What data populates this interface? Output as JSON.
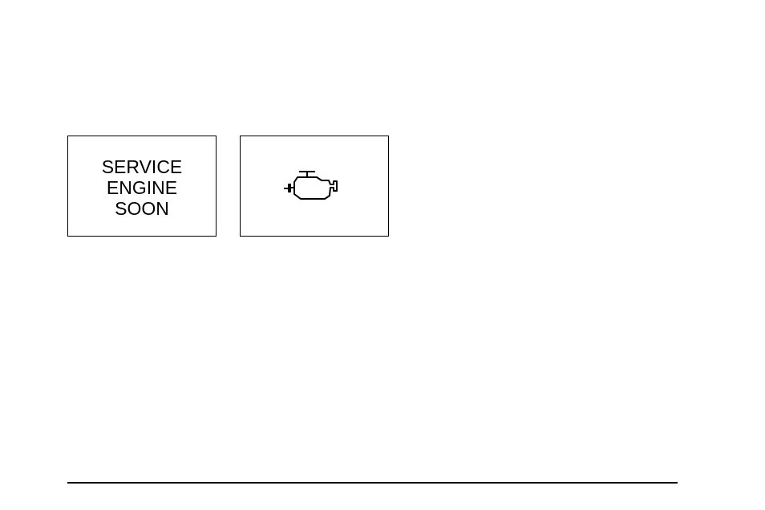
{
  "indicator_text": {
    "lines": [
      "SERVICE",
      "ENGINE",
      "SOON"
    ]
  },
  "indicator_symbol": {
    "icon": "check-engine-icon"
  },
  "colors": {
    "ink": "#000000",
    "background": "#ffffff"
  }
}
